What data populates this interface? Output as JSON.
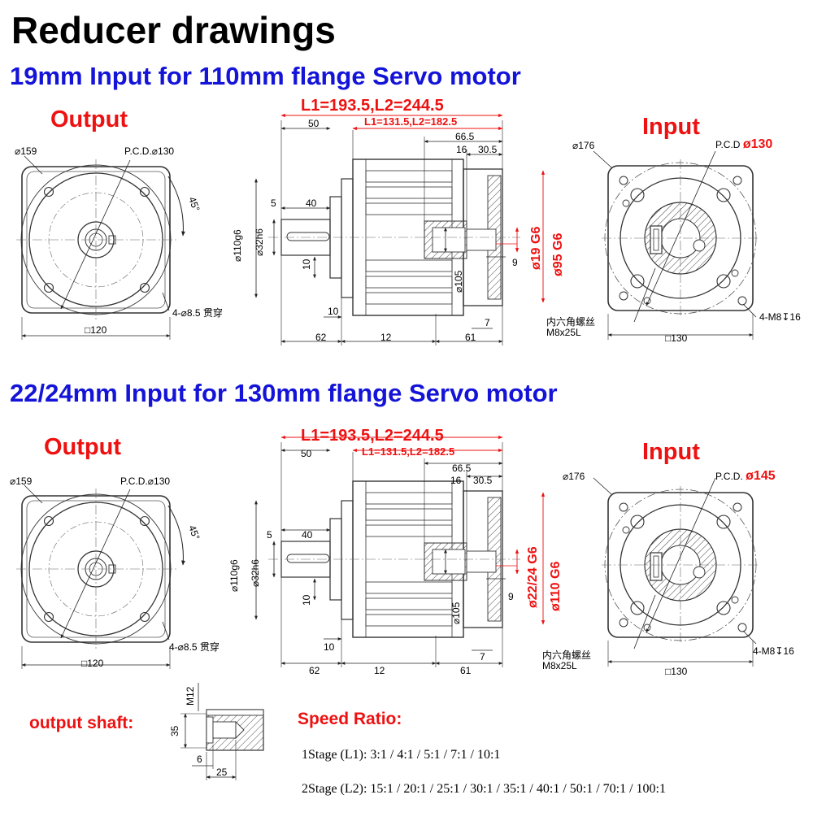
{
  "title": "Reducer drawings",
  "sections": [
    {
      "heading": "19mm Input for 110mm flange Servo motor",
      "output_label": "Output",
      "input_label": "Input",
      "l_total": "L1=193.5,L2=244.5",
      "l_motor": "L1=131.5,L2=182.5",
      "out": {
        "dia": "⌀159",
        "pcd": "P.C.D.⌀130",
        "angle": "45°",
        "holes": "4-⌀8.5 贯穿",
        "square": "□120"
      },
      "side": {
        "d50": "50",
        "d66": "66.5",
        "d16": "16",
        "d305": "30.5",
        "d5": "5",
        "d40": "40",
        "d10a": "10",
        "d10b": "10",
        "d62": "62",
        "d12": "12",
        "d61": "61",
        "d7": "7",
        "d9": "9",
        "d105": "⌀105",
        "d110": "⌀110g6",
        "d32": "⌀32h6",
        "input_bore": "ø19 G6",
        "input_pilot": "ø95 G6",
        "screw1": "内六角螺丝",
        "screw2": "M8x25L"
      },
      "inp": {
        "dia": "⌀176",
        "pcd_prefix": "P.C.D",
        "pcd_value": "ø130",
        "holes": "4-M8↧16",
        "square": "□130"
      }
    },
    {
      "heading": "22/24mm Input for 130mm flange Servo motor",
      "output_label": "Output",
      "input_label": "Input",
      "l_total": "L1=193.5,L2=244.5",
      "l_motor": "L1=131.5,L2=182.5",
      "out": {
        "dia": "⌀159",
        "pcd": "P.C.D.⌀130",
        "angle": "45°",
        "holes": "4-⌀8.5 贯穿",
        "square": "□120"
      },
      "side": {
        "d50": "50",
        "d66": "66.5",
        "d16": "16",
        "d305": "30.5",
        "d5": "5",
        "d40": "40",
        "d10a": "10",
        "d10b": "10",
        "d62": "62",
        "d12": "12",
        "d61": "61",
        "d7": "7",
        "d9": "9",
        "d105": "⌀105",
        "d110": "⌀110g6",
        "d32": "⌀32h6",
        "input_bore": "ø22/24 G6",
        "input_pilot": "ø110 G6",
        "screw1": "内六角螺丝",
        "screw2": "M8x25L"
      },
      "inp": {
        "dia": "⌀176",
        "pcd_prefix": "P.C.D.",
        "pcd_value": "ø145",
        "holes": "4-M8↧16",
        "square": "□130"
      }
    }
  ],
  "shaft": {
    "label": "output shaft:",
    "m12": "M12",
    "d35": "35",
    "d6": "6",
    "d25": "25"
  },
  "speed": {
    "heading": "Speed Ratio:",
    "stage1": "1Stage (L1): 3:1 / 4:1 / 5:1 / 7:1 / 10:1",
    "stage2": "2Stage (L2): 15:1 / 20:1 / 25:1 / 30:1 / 35:1 / 40:1 / 50:1 / 70:1 / 100:1"
  }
}
